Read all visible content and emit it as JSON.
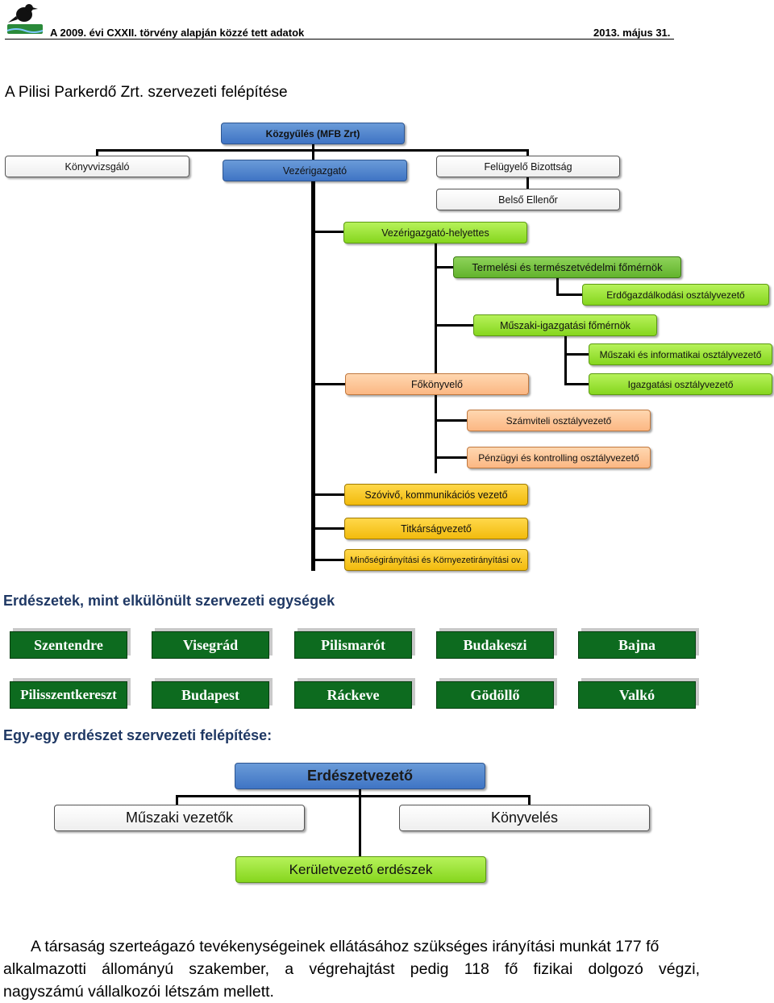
{
  "header": {
    "law_text": "A 2009. évi CXXII. törvény alapján közzé tett adatok",
    "date": "2013. május 31."
  },
  "page_title": "A Pilisi Parkerdő Zrt. szervezeti felépítése",
  "org": {
    "kozgyules": "Közgyűlés (MFB Zrt)",
    "konyvvizsgalo": "Könyvvizsgáló",
    "vezerigazgato": "Vezérigazgató",
    "felugyelo": "Felügyelő Bizottság",
    "belso_ellenor": "Belső Ellenőr",
    "vezerigazgato_helyettes": "Vezérigazgató-helyettes",
    "termelesi": "Termelési és természetvédelmi főmérnök",
    "erdogazdalkodasi": "Erdőgazdálkodási osztályvezető",
    "muszaki_igazgatasi": "Műszaki-igazgatási főmérnök",
    "muszaki_informatikai": "Műszaki és informatikai osztályvezető",
    "igazgatasi": "Igazgatási osztályvezető",
    "fokonyvelo": "Főkönyvelő",
    "szamviteli": "Számviteli osztályvezető",
    "penzugyi": "Pénzügyi és kontrolling osztályvezető",
    "szovivo": "Szóvivő, kommunikációs vezető",
    "titkarsag": "Titkárságvezető",
    "minoseg": "Minőségirányítási és Környezetirányítási ov."
  },
  "districts_heading": "Erdészetek, mint elkülönült szervezeti egységek",
  "districts": [
    "Szentendre",
    "Visegrád",
    "Pilismarót",
    "Budakeszi",
    "Bajna",
    "Pilisszentkereszt",
    "Budapest",
    "Ráckeve",
    "Gödöllő",
    "Valkó"
  ],
  "district_org_heading": "Egy-egy erdészet szervezeti felépítése:",
  "district_org": {
    "erdeszetvezeto": "Erdészetvezető",
    "muszaki_vezetok": "Műszaki vezetők",
    "konyveles": "Könyvelés",
    "keruletvezeto": "Kerületvezető erdészek"
  },
  "paragraph": {
    "line1": "A társaság szerteágazó tevékenységeinek ellátásához szükséges irányítási munkát 177 fő",
    "line2": "alkalmazotti állományú szakember, a végrehajtást pedig 118 fő fizikai dolgozó végzi,",
    "line3": "nagyszámú vállalkozói létszám mellett."
  },
  "colors": {
    "blue": "#4f82c9",
    "lime": "#9ee33a",
    "green": "#76c043",
    "peach": "#fcc597",
    "gold": "#f7c824",
    "district_green": "#0d6b1f",
    "heading_blue": "#1f3864"
  }
}
